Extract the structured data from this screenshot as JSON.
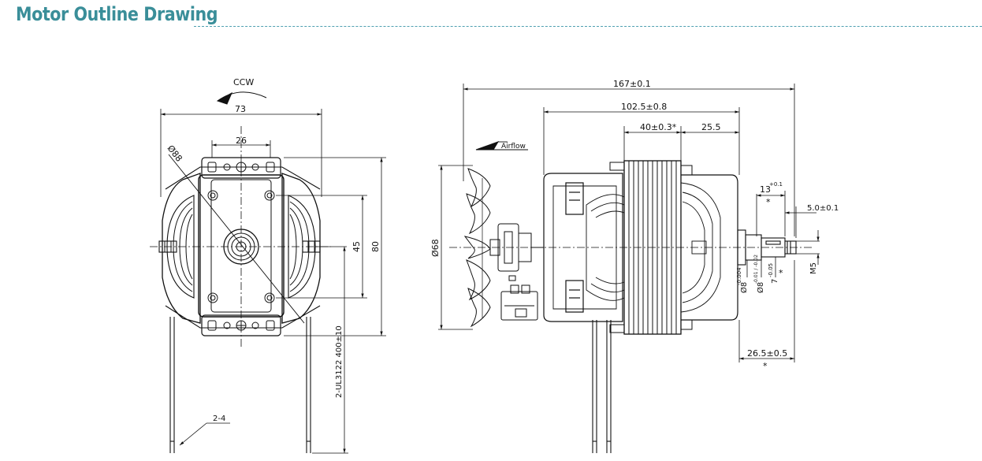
{
  "header": {
    "title": "Motor Outline Drawing",
    "title_color": "#3a8e99",
    "rule_color": "#4e9fb0"
  },
  "front_view": {
    "rotation_label": "CCW",
    "dims": {
      "width": "73",
      "screw_spacing": "26",
      "diameter": "Ø88",
      "hole_spacing": "45",
      "height": "80"
    },
    "lead_wire_label": "2-UL3122  400±10",
    "lead_count_label": "2-4"
  },
  "side_view": {
    "airflow_label": "Airflow",
    "dims": {
      "overall_length": "167±0.1",
      "body_length": "102.5±0.8",
      "stack_length": "40±0.3*",
      "stack_offset": "25.5",
      "fan_diameter": "Ø68",
      "flat_length": "13",
      "flat_length_tol": "+0.1",
      "thread_length": "5.0±0.1",
      "thread": "M5",
      "shaft_dia_1": "Ø8",
      "shaft_dia_1_tol": "-0.004",
      "shaft_dia_2": "Ø8",
      "shaft_dia_2_tol": "-0.01 / -0.02",
      "flat_height": "7",
      "flat_height_tol": "-0.05",
      "shaft_extension": "26.5±0.5",
      "critical_mark": "*"
    }
  }
}
